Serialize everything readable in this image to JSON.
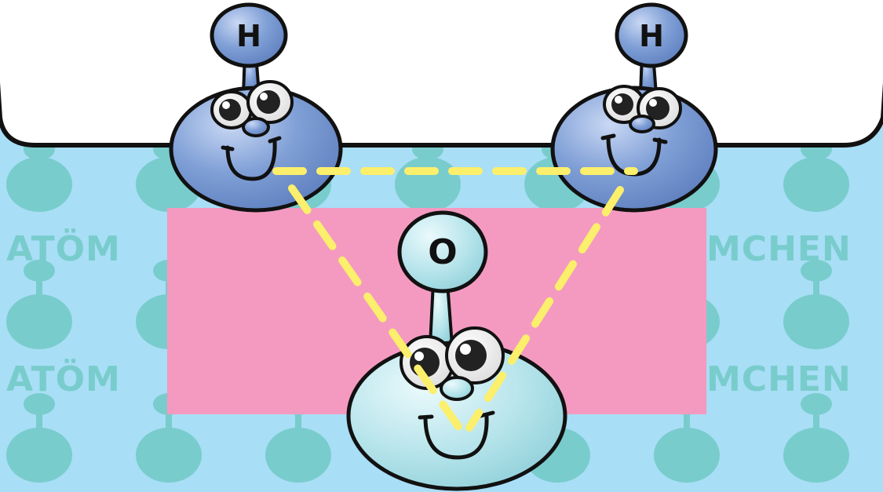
{
  "colors": {
    "water": "#a8def6",
    "pattern": "#79cccc",
    "panel": "#f49ac1",
    "hydrogen": "#7f9fd6",
    "oxygen": "#b4e3ea",
    "bond_line": "#fbef6c",
    "outline": "#111111"
  },
  "atoms": {
    "hydrogen_left": {
      "label": "H",
      "icon": "hydrogen-atom-character"
    },
    "hydrogen_right": {
      "label": "H",
      "icon": "hydrogen-atom-character"
    },
    "oxygen": {
      "label": "O",
      "icon": "oxygen-atom-character"
    }
  },
  "watermark": {
    "left_1": "ATÖM",
    "right_1": "MCHEN",
    "left_2": "ATÖM",
    "right_2": "MCHEN"
  }
}
